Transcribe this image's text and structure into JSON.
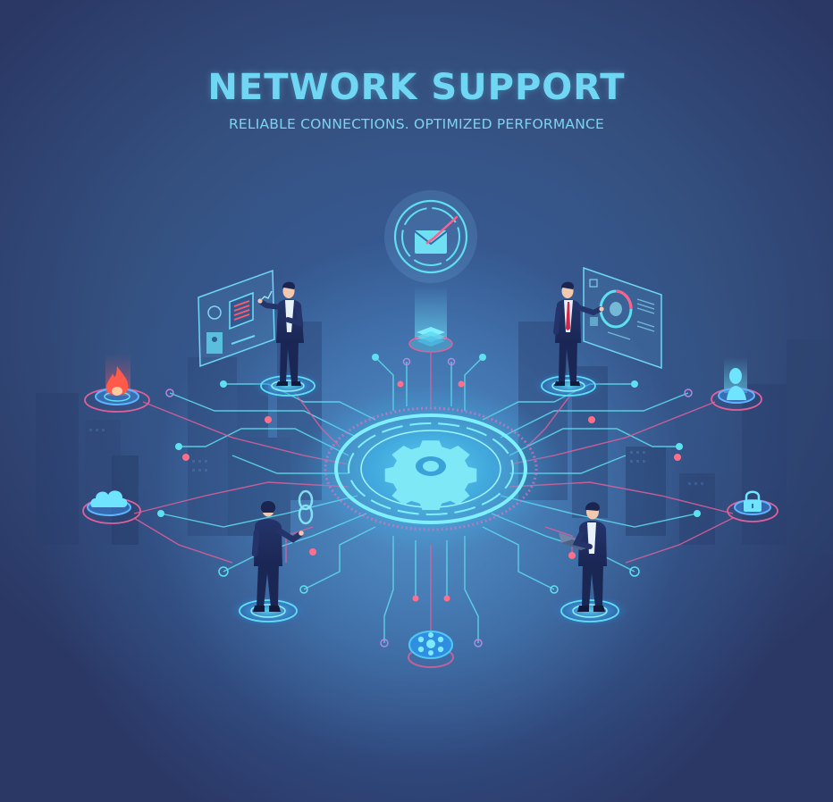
{
  "header": {
    "title": "NETWORK SUPPORT",
    "subtitle": "RELIABLE CONNECTIONS. OPTIMIZED PERFORMANCE"
  },
  "colors": {
    "background_dark": "#2b3866",
    "background_glow": "#5496cd",
    "title_cyan": "#6fd6f3",
    "circuit_cyan": "#5fe0f0",
    "circuit_pink": "#e0609a",
    "accent_red": "#e8465a",
    "suit_navy": "#1e2c5c"
  },
  "illustration": {
    "central_hub": {
      "icon": "gear-icon"
    },
    "top_badge": {
      "icon": "email-check-icon"
    },
    "top_node": {
      "icon": "server-stack-icon"
    },
    "bottom_node": {
      "icon": "hexagon-network-icon"
    },
    "side_nodes": [
      {
        "position": "left-top",
        "icon": "fire-icon"
      },
      {
        "position": "left-bottom",
        "icon": "cloud-icon"
      },
      {
        "position": "right-top",
        "icon": "user-icon"
      },
      {
        "position": "right-bottom",
        "icon": "lock-icon"
      }
    ],
    "people": [
      {
        "position": "top-left",
        "action": "interacting with holographic security dashboard",
        "screen_elements": [
          "fingerprint-icon",
          "document-panel",
          "id-card-icon"
        ]
      },
      {
        "position": "top-right",
        "action": "pointing at holographic analytics dashboard",
        "screen_elements": [
          "ring-gauge",
          "text-lines",
          "chart-icon"
        ]
      },
      {
        "position": "bottom-left",
        "action": "touching holographic link chain",
        "screen_elements": [
          "chain-link-icon"
        ]
      },
      {
        "position": "bottom-right",
        "action": "working on a laptop",
        "screen_elements": [
          "laptop-icon"
        ]
      }
    ]
  }
}
